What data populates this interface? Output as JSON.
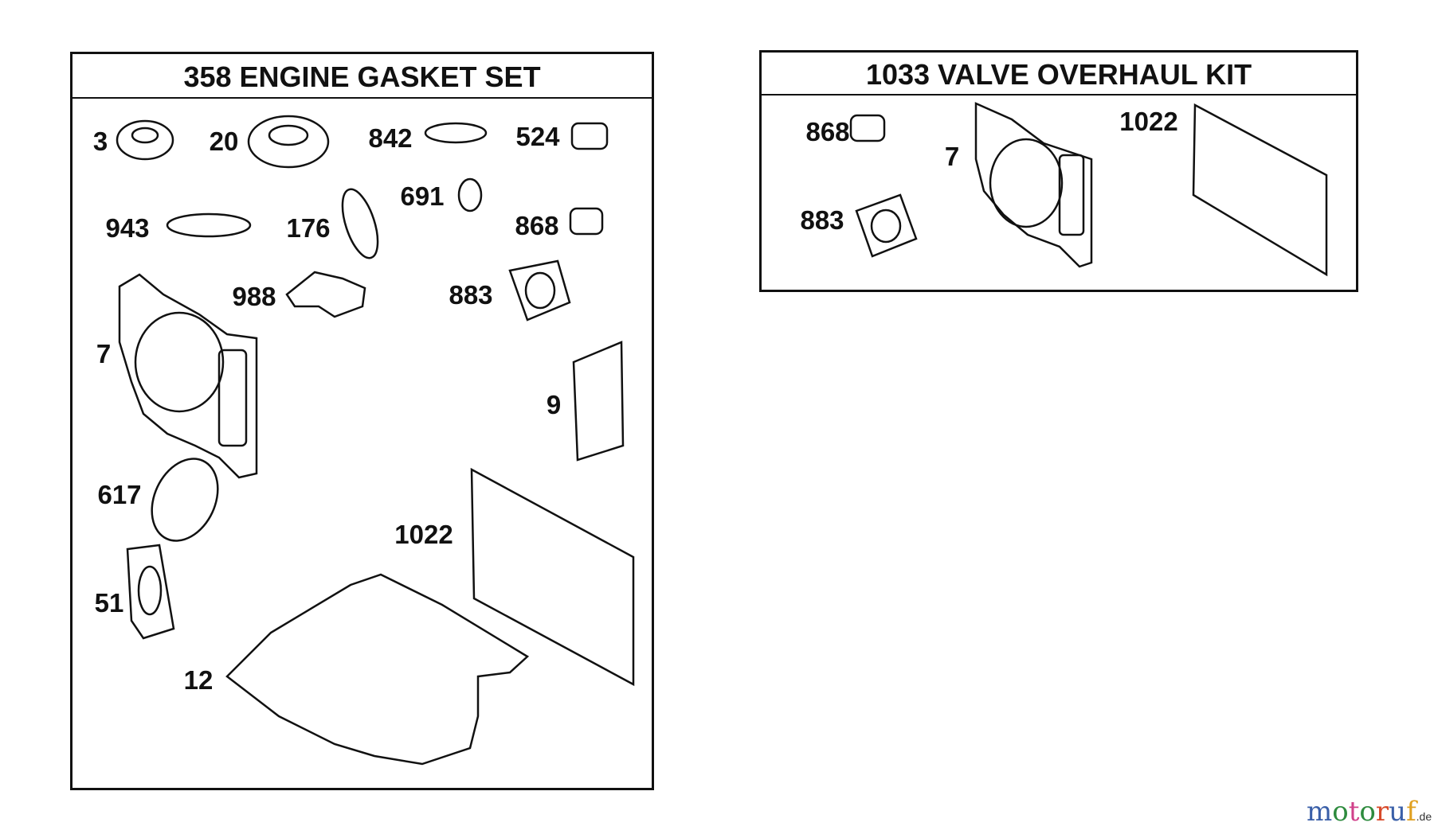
{
  "left_kit": {
    "title": "358 ENGINE GASKET SET",
    "labels": [
      "3",
      "20",
      "842",
      "524",
      "943",
      "176",
      "691",
      "868",
      "988",
      "883",
      "7",
      "9",
      "617",
      "1022",
      "51",
      "12"
    ]
  },
  "right_kit": {
    "title": "1033 VALVE OVERHAUL KIT",
    "labels": [
      "868",
      "7",
      "1022",
      "883"
    ]
  },
  "logo": {
    "text": "motoruf",
    "suffix": ".de",
    "colors": [
      "#3a5fa8",
      "#2e8b3e",
      "#d0408a",
      "#2e8b3e",
      "#d84a2a",
      "#3a5fa8",
      "#e0a020"
    ]
  }
}
